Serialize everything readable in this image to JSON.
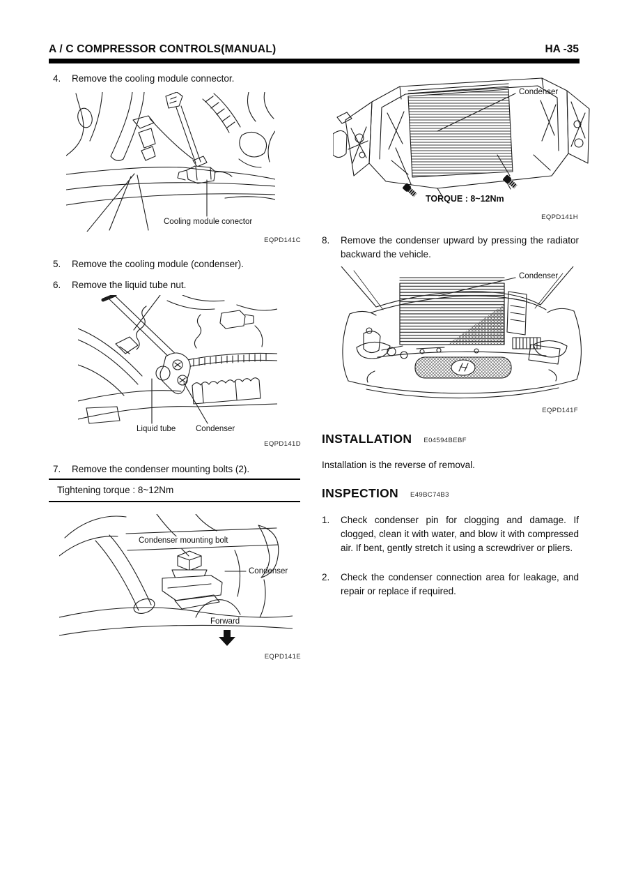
{
  "header": {
    "title": "A / C COMPRESSOR CONTROLS(MANUAL)",
    "page_number": "HA -35"
  },
  "steps": [
    {
      "num": "4.",
      "text": "Remove the cooling module connector."
    },
    {
      "num": "5.",
      "text": "Remove the cooling module (condenser)."
    },
    {
      "num": "6.",
      "text": "Remove the liquid tube nut."
    },
    {
      "num": "7.",
      "text": "Remove the condenser mounting bolts (2)."
    },
    {
      "num": "8.",
      "text": "Remove the condenser upward by pressing the radiator backward the vehicle."
    }
  ],
  "torque_note": "Tightening torque : 8~12Nm",
  "figures": {
    "cooling_module": {
      "caption": "Cooling module conector",
      "code": "EQPD141C"
    },
    "liquid_tube": {
      "label_tube": "Liquid tube",
      "label_condenser": "Condenser",
      "code": "EQPD141D"
    },
    "mounting_bolt": {
      "label_bolt": "Condenser mounting bolt",
      "label_condenser": "Condenser",
      "label_forward": "Forward",
      "code": "EQPD141E"
    },
    "condenser_frame": {
      "label_condenser": "Condenser",
      "torque_label": "TORQUE : 8~12Nm",
      "code": "EQPD141H"
    },
    "condenser_removal": {
      "label_condenser": "Condenser",
      "code": "EQPD141F"
    }
  },
  "installation": {
    "heading": "INSTALLATION",
    "code": "E04594BEBF",
    "body": "Installation is the reverse of removal."
  },
  "inspection": {
    "heading": "INSPECTION",
    "code": "E49BC74B3",
    "items": [
      {
        "num": "1.",
        "text": "Check condenser pin for clogging and damage. If clogged, clean it with water, and blow it with compressed air. If bent, gently stretch it using a screwdriver or pliers."
      },
      {
        "num": "2.",
        "text": "Check the condenser connection area for leakage, and repair or replace if required."
      }
    ]
  }
}
